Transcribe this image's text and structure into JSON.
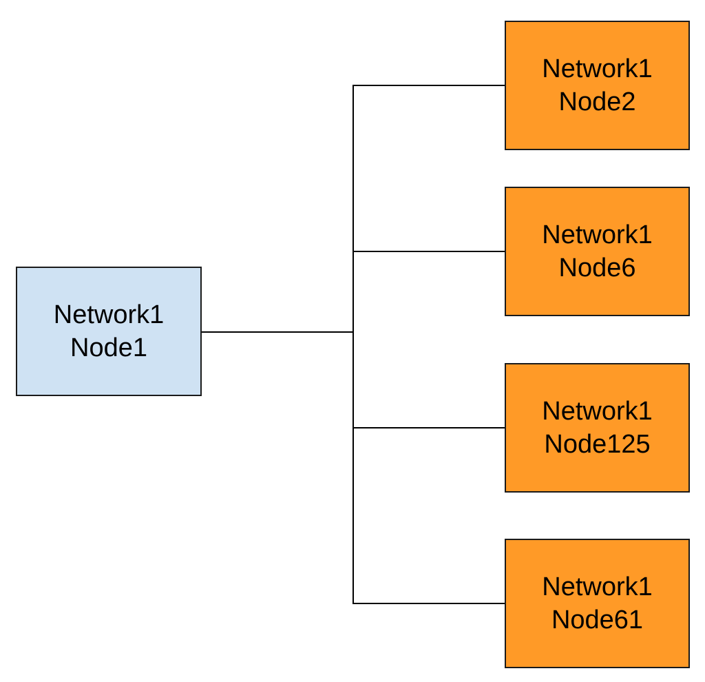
{
  "colors": {
    "source_fill": "#cfe2f3",
    "target_fill": "#ff9a27",
    "line": "#000000"
  },
  "source": {
    "line1": "Network1",
    "line2": "Node1"
  },
  "targets": [
    {
      "line1": "Network1",
      "line2": "Node2"
    },
    {
      "line1": "Network1",
      "line2": "Node6"
    },
    {
      "line1": "Network1",
      "line2": "Node125"
    },
    {
      "line1": "Network1",
      "line2": "Node61"
    }
  ]
}
